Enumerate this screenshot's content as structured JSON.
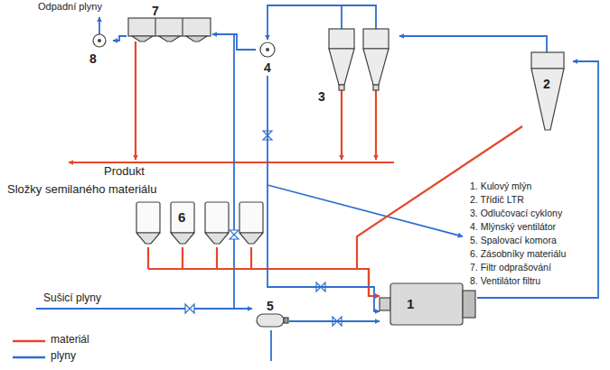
{
  "diagram": {
    "nodes": [
      {
        "text": [
          "7"
        ]
      },
      {
        "text": [
          "8"
        ]
      },
      {
        "text": [
          "4"
        ]
      },
      {
        "text": [
          "3"
        ]
      },
      {
        "text": [
          "2"
        ]
      },
      {
        "text": [
          "6"
        ]
      },
      {
        "text": [
          "1"
        ]
      },
      {
        "text": [
          "5"
        ]
      }
    ],
    "edges": [
      {
        "from": 0,
        "to": 1,
        "arrow": "to"
      },
      {
        "from": 2,
        "to": 0,
        "arrow": "to"
      },
      {
        "from": 3,
        "to": 2,
        "arrow": "to"
      },
      {
        "from": 4,
        "to": 3,
        "arrow": "to"
      },
      {
        "from": 6,
        "to": 4,
        "arrow": "to"
      },
      {
        "from": 4,
        "to": 6,
        "arrow": "to"
      },
      {
        "from": 5,
        "to": 6,
        "arrow": "to"
      },
      {
        "from": 2,
        "to": 6,
        "arrow": "to"
      },
      {
        "from": 7,
        "to": 6,
        "arrow": "to"
      }
    ],
    "labels": [
      "Odpadní plyny",
      "Produkt",
      "Složky semilaného materiálu",
      "Sušicí plyny",
      "1. Kulový mlýn",
      "2. Třídič LTR",
      "3. Odlučovací cyklony",
      "4. Mlýnský ventilátor",
      "5. Spalovací komora",
      "6. Zásobníky materiálu",
      "7. Filtr odprašování",
      "8. Ventilátor filtru"
    ],
    "legend": [
      {
        "text": "materiál"
      },
      {
        "text": "plyny"
      }
    ]
  }
}
